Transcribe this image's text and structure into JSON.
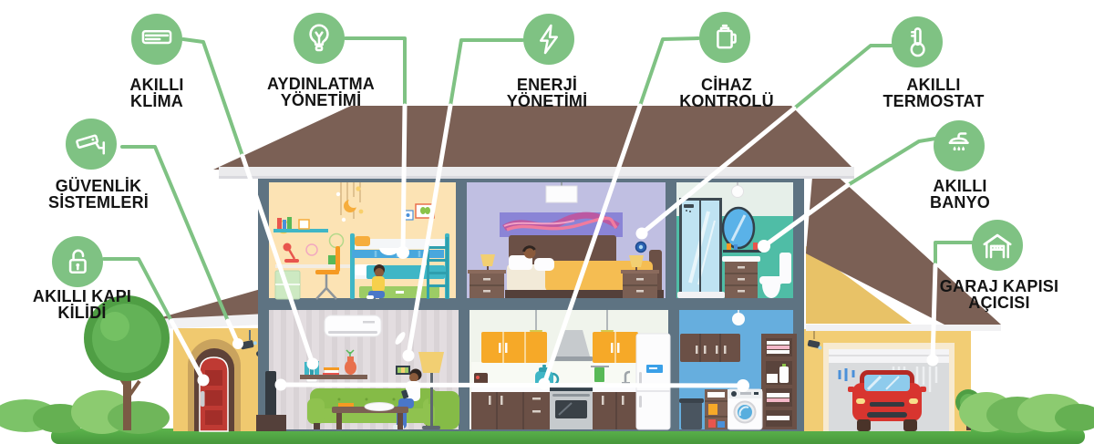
{
  "infographic": {
    "language": "tr",
    "theme": "smart-home",
    "accent_color": "#7fc283",
    "connector_color_outside": "#7fc283",
    "connector_color_inside": "#ffffff",
    "callouts": [
      {
        "id": "akilli-klima",
        "icon": "air-conditioner-icon",
        "line1": "AKILLI",
        "line2": "KLİMA",
        "points_to": "living-room-ac-unit"
      },
      {
        "id": "aydinlatma-yonetimi",
        "icon": "light-bulb-icon",
        "line1": "AYDINLATMA",
        "line2": "YÖNETİMİ",
        "points_to": "kids-room-ceiling-lamp"
      },
      {
        "id": "enerji-yonetimi",
        "icon": "lightning-bolt-icon",
        "line1": "ENERJİ",
        "line2": "YÖNETİMİ",
        "points_to": "living-room-wall-lamp"
      },
      {
        "id": "cihaz-kontrolu",
        "icon": "kettle-icon",
        "line1": "CİHAZ",
        "line2": "KONTROLÜ",
        "points_to": "kitchen-kettle-tv-washer"
      },
      {
        "id": "akilli-termostat",
        "icon": "thermometer-icon",
        "line1": "AKILLI",
        "line2": "TERMOSTAT",
        "points_to": "bedroom-thermostat"
      },
      {
        "id": "guvenlik-sistemleri",
        "icon": "cctv-camera-icon",
        "line1": "GÜVENLİK",
        "line2": "SİSTEMLERİ",
        "points_to": "entrance-security-camera"
      },
      {
        "id": "akilli-kapi-kilidi",
        "icon": "padlock-open-icon",
        "line1": "AKILLI KAPI",
        "line2": "KİLİDİ",
        "points_to": "front-door-lock"
      },
      {
        "id": "akilli-banyo",
        "icon": "shower-head-icon",
        "line1": "AKILLI",
        "line2": "BANYO",
        "points_to": "bathroom"
      },
      {
        "id": "garaj-kapisi-acicisi",
        "icon": "garage-door-icon",
        "line1": "GARAJ KAPISI",
        "line2": "AÇICISI",
        "points_to": "garage-door"
      }
    ],
    "scene_rooms": [
      "kids-room",
      "bedroom",
      "bathroom",
      "living-room",
      "kitchen",
      "laundry-room",
      "entrance",
      "garage"
    ],
    "colors": {
      "roof": "#7b6055",
      "house_frame": "#5e7382",
      "eave": "#ebebed",
      "kids_room_wall": "#fce3b4",
      "bedroom_wall": "#c0bfe2",
      "bathroom_wall": "#4fbda6",
      "living_room_wall": "#e3dde0",
      "kitchen_wall": "#f0f4ec",
      "laundry_wall": "#66aede",
      "exterior_yellow": "#f0c96f",
      "front_door": "#bf3a33",
      "sofa_green": "#85bb47",
      "cabinet_orange": "#f6a928",
      "grass": "#55ad46",
      "car_red": "#d8352f"
    }
  }
}
